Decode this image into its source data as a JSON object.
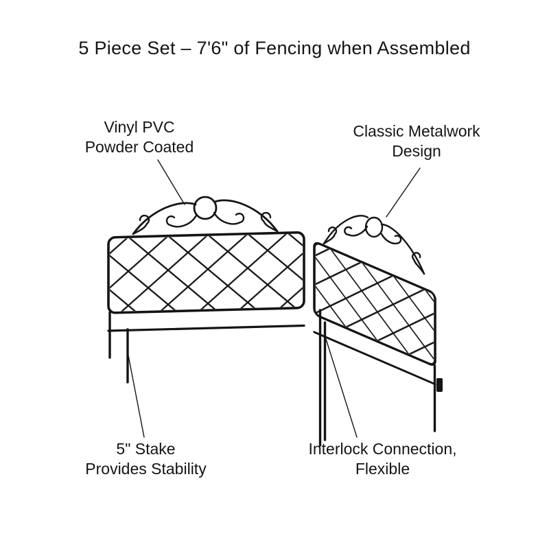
{
  "title": "5 Piece Set – 7'6\" of Fencing when Assembled",
  "callouts": {
    "coating": {
      "text": "Vinyl PVC\nPowder Coated"
    },
    "design": {
      "text": "Classic Metalwork\nDesign"
    },
    "stake": {
      "text": "5\" Stake\nProvides Stability"
    },
    "interlock": {
      "text": "Interlock Connection,\nFlexible"
    }
  },
  "colors": {
    "ink": "#141414",
    "background": "#ffffff"
  }
}
